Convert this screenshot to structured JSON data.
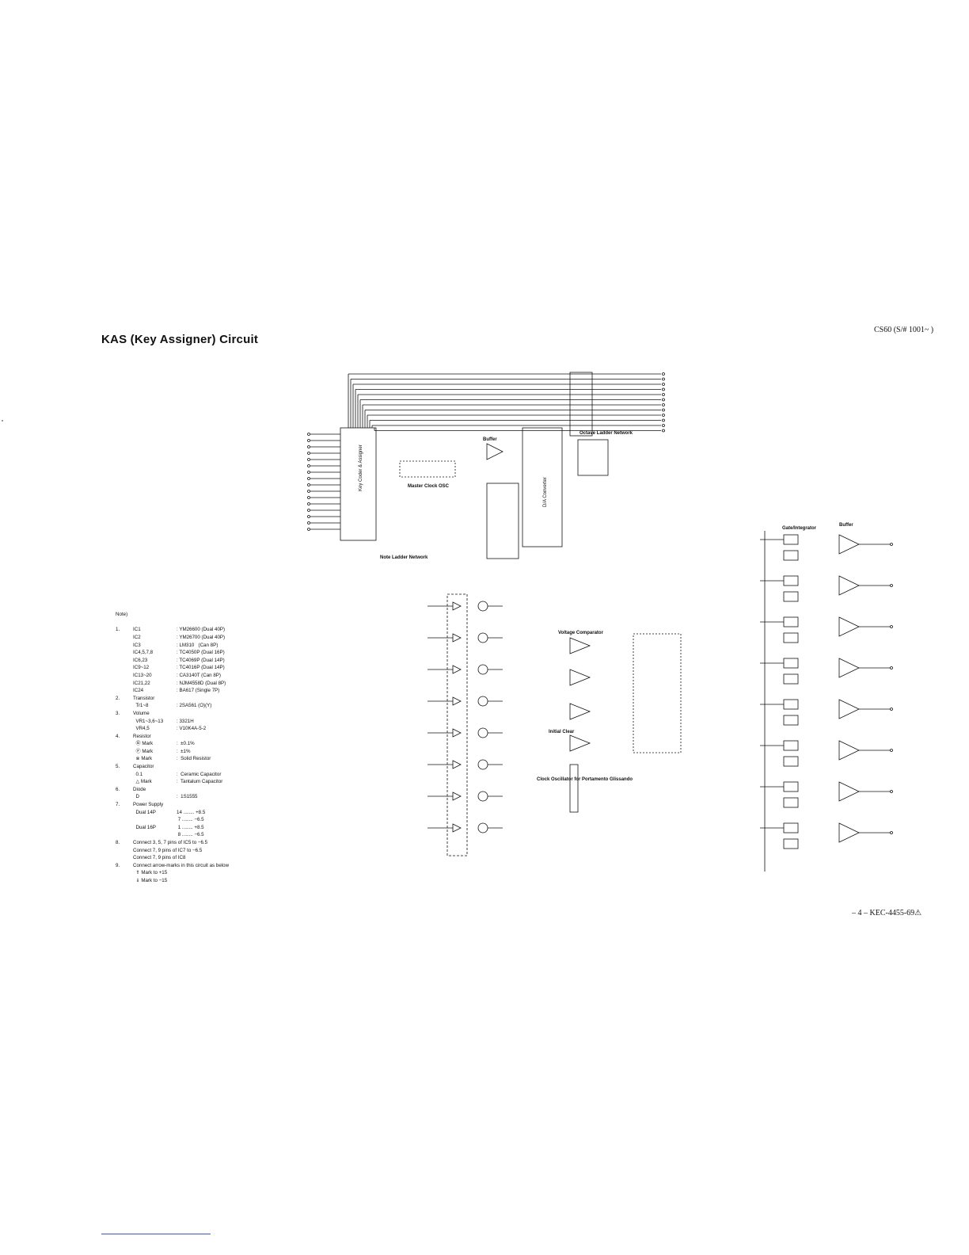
{
  "title": "KAS (Key Assigner) Circuit",
  "model_label": "CS60 (S/# 1001~ )",
  "footer": "– 4 –   KEC-4455-69⚠",
  "labels": {
    "ic1_name": "Key Coder & Assigner",
    "ic2_name": "D/A Converter",
    "note_ladder": "Note Ladder Network",
    "octave_ladder": "Octave Ladder Network",
    "master_clock": "Master Clock OSC",
    "buffer_top": "Buffer",
    "voltage_comparator": "Voltage Comparator",
    "initial_clear": "Initial Clear",
    "clock_osc": "Clock Oscillator for Portamento Glissando",
    "gate_integrator": "Gate/Integrator",
    "buffer_right": "Buffer"
  },
  "notes": {
    "header": "Note)",
    "items": [
      {
        "num": "1.",
        "key": "IC1",
        "val": ": YM26600 (Dual 40P)"
      },
      {
        "num": "",
        "key": "IC2",
        "val": ": YM26700 (Dual 40P)"
      },
      {
        "num": "",
        "key": "IC3",
        "val": ": LM310   (Can 8P)"
      },
      {
        "num": "",
        "key": "IC4,5,7,8",
        "val": ": TC4050P (Dual 16P)"
      },
      {
        "num": "",
        "key": "IC6,23",
        "val": ": TC4069P (Dual 14P)"
      },
      {
        "num": "",
        "key": "IC9~12",
        "val": ": TC4016P (Dual 14P)"
      },
      {
        "num": "",
        "key": "IC13~20",
        "val": ": CA3140T (Can 8P)"
      },
      {
        "num": "",
        "key": "IC21,22",
        "val": ": NJM4558D (Dual 8P)"
      },
      {
        "num": "",
        "key": "IC24",
        "val": ": BA617 (Single 7P)"
      },
      {
        "num": "2.",
        "key": "Transistor",
        "val": ""
      },
      {
        "num": "",
        "key": "  Tr1~8",
        "val": ": 2SA561 (O)(Y)"
      },
      {
        "num": "3.",
        "key": "Volume",
        "val": ""
      },
      {
        "num": "",
        "key": "  VR1~3,6~13",
        "val": ": 3321H"
      },
      {
        "num": "",
        "key": "  VR4,5",
        "val": ": V10K4A-5-2"
      },
      {
        "num": "4.",
        "key": "Resistor",
        "val": ""
      },
      {
        "num": "",
        "key": "  Ⓑ Mark",
        "val": ":  ±0.1%"
      },
      {
        "num": "",
        "key": "  Ⓕ Mark",
        "val": ":  ±1%"
      },
      {
        "num": "",
        "key": "  ※ Mark",
        "val": ":  Solid Resistor"
      },
      {
        "num": "5.",
        "key": "Capacitor",
        "val": ""
      },
      {
        "num": "",
        "key": "  0.1",
        "val": ":  Ceramic Capacitor"
      },
      {
        "num": "",
        "key": "  △ Mark",
        "val": ":  Tantalum Capacitor"
      },
      {
        "num": "6.",
        "key": "Diode",
        "val": ""
      },
      {
        "num": "",
        "key": "  D",
        "val": ":  1S1555"
      },
      {
        "num": "7.",
        "key": "Power Supply",
        "val": ""
      },
      {
        "num": "",
        "key": "  Dual 14P",
        "val": "14 ........ +8.5"
      },
      {
        "num": "",
        "key": "",
        "val": " 7 ........ −6.5"
      },
      {
        "num": "",
        "key": "  Dual 16P",
        "val": " 1 ........ +8.5"
      },
      {
        "num": "",
        "key": "",
        "val": " 8 ........ −6.5"
      },
      {
        "num": "8.",
        "key": "Connect 3, 5, 7 pins of IC5 to −6.5",
        "val": ""
      },
      {
        "num": "",
        "key": "Connect 7, 9 pins of IC7 to −6.5",
        "val": ""
      },
      {
        "num": "",
        "key": "Connect 7, 9 pins of IC8",
        "val": ""
      },
      {
        "num": "9.",
        "key": "Connect arrow-marks in this circuit as below",
        "val": ""
      },
      {
        "num": "",
        "key": "  ⇑ Mark to +15",
        "val": ""
      },
      {
        "num": "",
        "key": "  ⇓ Mark to −15",
        "val": ""
      }
    ]
  },
  "colors": {
    "ink": "#111111",
    "link_line": "#3a57c7"
  }
}
